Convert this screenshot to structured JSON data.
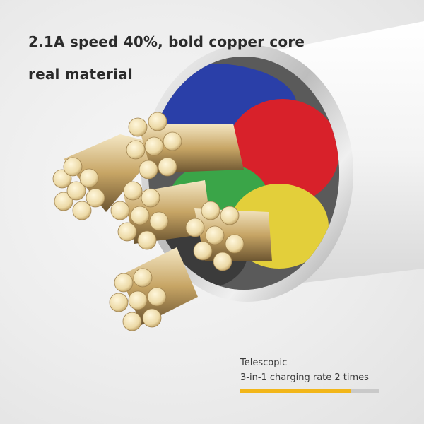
{
  "headline": {
    "line1": "2.1A speed 40%, bold copper core",
    "line2": "real material"
  },
  "caption": {
    "title": "Telescopic",
    "subtitle": "3-in-1 charging rate 2 times"
  },
  "progress": {
    "fraction": 0.8
  },
  "colors": {
    "accent": "#f2b619",
    "track": "#c9c9c9",
    "wire_blue": "#2a3fa8",
    "wire_red": "#d8212a",
    "wire_yellow": "#e3cf3a",
    "wire_green": "#3aa548",
    "copper": "#e8d6a8"
  }
}
